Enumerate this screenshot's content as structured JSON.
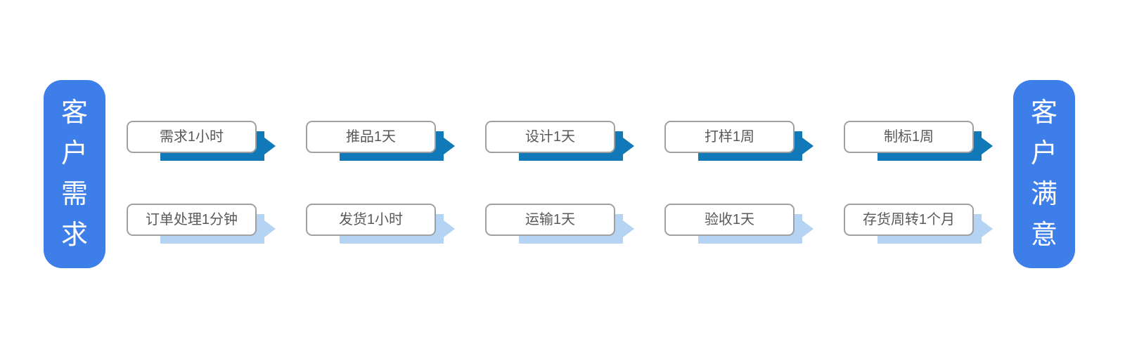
{
  "diagram": {
    "title": "customer-demand-to-satisfaction-process",
    "left_terminal": {
      "label": "客户需求"
    },
    "right_terminal": {
      "label": "客户满意"
    },
    "top_row": {
      "arrow_color": "#1179b8",
      "steps": [
        "需求1小时",
        "推品1天",
        "设计1天",
        "打样1周",
        "制标1周"
      ]
    },
    "bottom_row": {
      "arrow_color": "#b5d3f3",
      "steps": [
        "订单处理1分钟",
        "发货1小时",
        "运输1天",
        "验收1天",
        "存货周转1个月"
      ]
    },
    "colors": {
      "terminal_fill": "#3d7ee9",
      "terminal_text": "#ffffff",
      "box_border": "#a0a0a0",
      "box_fill": "#ffffff",
      "box_text": "#595959",
      "background": "#ffffff"
    }
  }
}
